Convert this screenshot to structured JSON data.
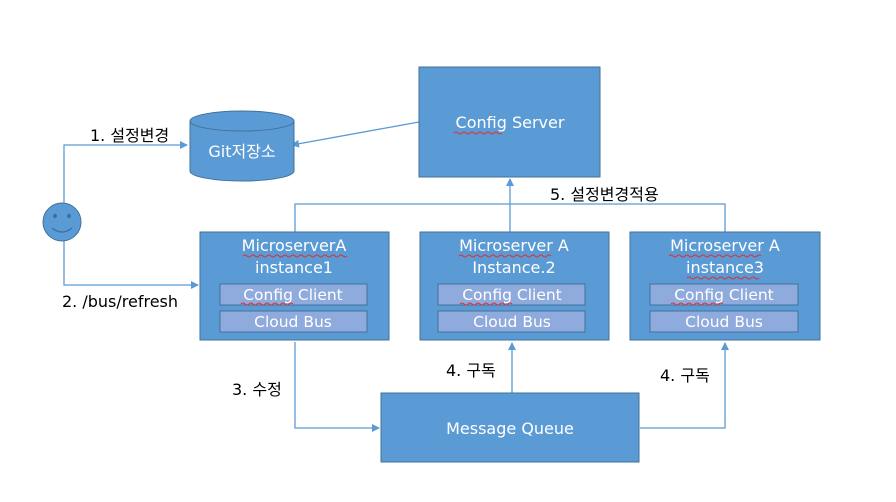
{
  "colors": {
    "box_fill": "#5b9bd5",
    "box_stroke": "#41719c",
    "sub_fill": "#8faadc",
    "line": "#5b9bd5",
    "text_on_box": "#ffffff",
    "label_text": "#000000"
  },
  "nodes": {
    "config_server": "Config Server",
    "git_store": "Git저장소",
    "user_icon": "smiley-user-icon",
    "microservice_a": {
      "line1": "MicroserverA",
      "line2": "instance1",
      "client": "Config Client",
      "bus": "Cloud Bus"
    },
    "microservice_b": {
      "line1": "Microserver A",
      "line2": "Instance.2",
      "client": "Config Client",
      "bus": "Cloud Bus"
    },
    "microservice_c": {
      "line1": "Microserver A",
      "line2": "instance3",
      "client": "Config Client",
      "bus": "Cloud Bus"
    },
    "message_queue": "Message Queue"
  },
  "edges": {
    "change_config": "1. 설정변경",
    "bus_refresh": "2. /bus/refresh",
    "modify": "3. 수정",
    "subscribe_b": "4. 구독",
    "subscribe_c": "4. 구독",
    "apply_change": "5. 설정변경적용"
  }
}
